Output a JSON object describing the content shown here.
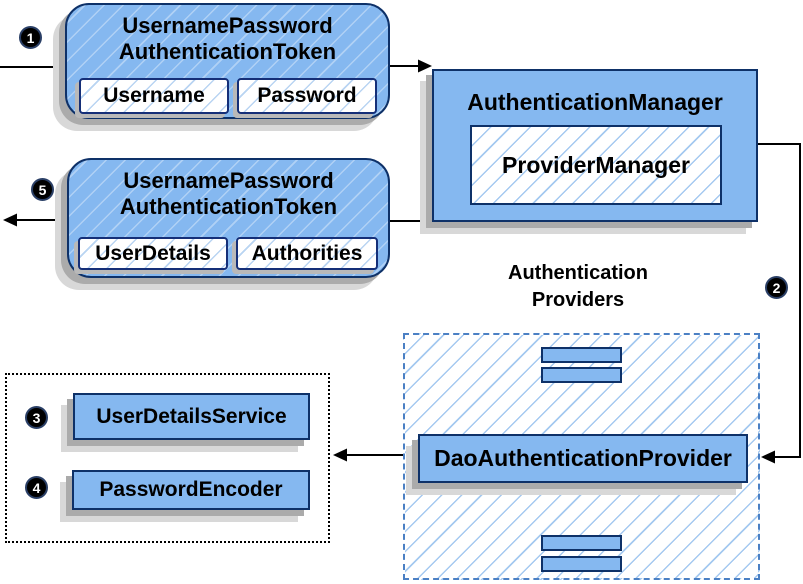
{
  "colors": {
    "box_fill": "#85b8f0",
    "box_border": "#0e3168",
    "hatch_line": "#a5c9f0",
    "dashed_border": "#4b80c4",
    "dotted_border": "#000000",
    "shadow_dark": "#ababab",
    "shadow_light": "#d8d8d8",
    "connector": "#000000",
    "badge_fill": "#000000",
    "badge_text": "#ffffff"
  },
  "steps": [
    "1",
    "2",
    "3",
    "4",
    "5"
  ],
  "token_request": {
    "title_line1": "UsernamePassword",
    "title_line2": "AuthenticationToken",
    "fields": [
      "Username",
      "Password"
    ]
  },
  "auth_manager": {
    "title": "AuthenticationManager",
    "inner_label": "ProviderManager"
  },
  "token_response": {
    "title_line1": "UsernamePassword",
    "title_line2": "AuthenticationToken",
    "fields": [
      "UserDetails",
      "Authorities"
    ]
  },
  "providers_group": {
    "label_line1": "Authentication",
    "label_line2": "Providers"
  },
  "dao_provider_label": "DaoAuthenticationProvider",
  "services": {
    "user_details_service": "UserDetailsService",
    "password_encoder": "PasswordEncoder"
  }
}
